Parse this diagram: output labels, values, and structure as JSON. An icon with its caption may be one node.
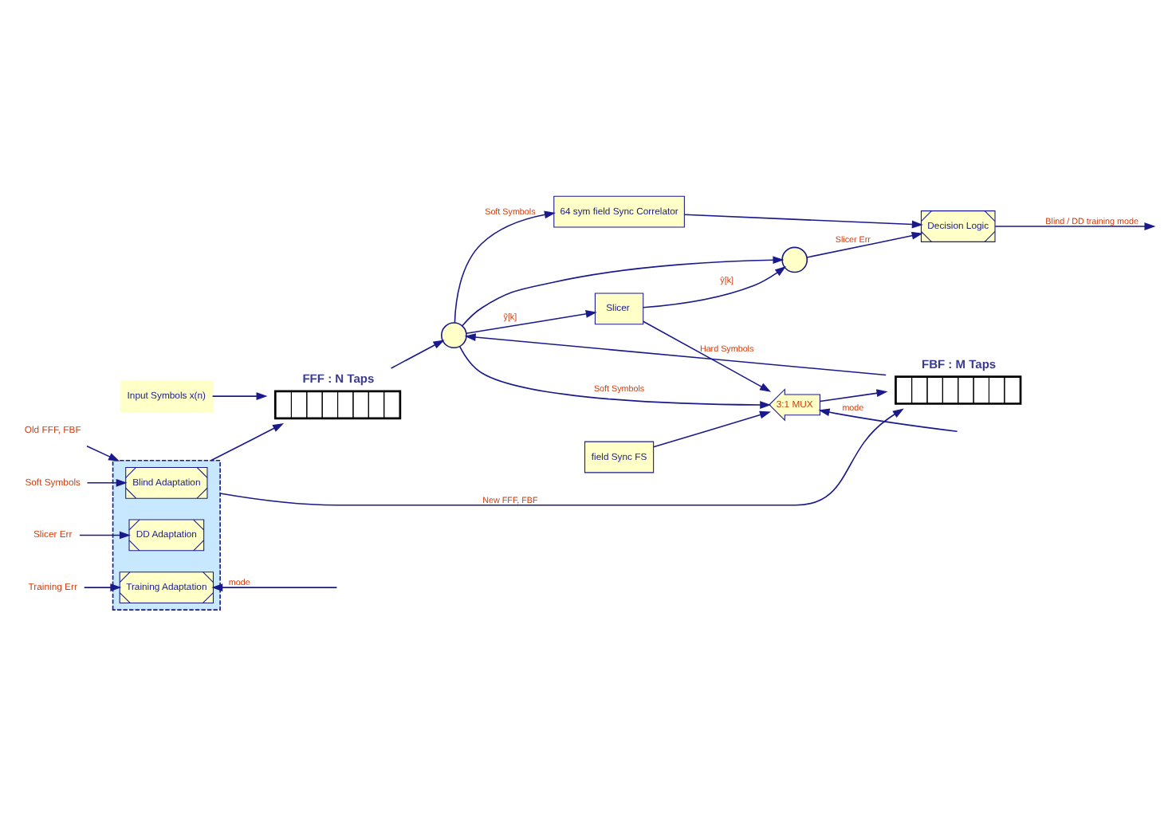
{
  "diagram": {
    "nodes": [
      {
        "text": [
          "Input Symbols x(n)"
        ]
      },
      {
        "text": [
          "FFF : N Taps"
        ]
      },
      {
        "text": [],
        "shape": "circle"
      },
      {
        "text": [
          "64 sym field Sync Correlator"
        ]
      },
      {
        "text": [
          "Decision Logic"
        ]
      },
      {
        "text": [
          "Slicer"
        ]
      },
      {
        "text": [],
        "shape": "circle"
      },
      {
        "text": [
          "FBF : M Taps"
        ]
      },
      {
        "text": [
          "3:1 MUX"
        ]
      },
      {
        "text": [
          "field Sync FS"
        ]
      },
      {
        "text": [
          "Old FFF, FBF"
        ]
      },
      {
        "text": [],
        "shape": "box"
      },
      {
        "text": [
          "Soft Symbols"
        ]
      },
      {
        "text": [
          "Blind Adaptation"
        ],
        "in": 11
      },
      {
        "text": [
          "Slicer Err"
        ]
      },
      {
        "text": [
          "DD Adaptation"
        ],
        "in": 11
      },
      {
        "text": [
          "Training Err"
        ]
      },
      {
        "text": [
          "Training Adaptation"
        ],
        "in": 11
      }
    ],
    "edges": [
      {
        "from": 0,
        "to": 1,
        "arrow": "to"
      },
      {
        "from": 1,
        "to": 2,
        "arrow": "to"
      },
      {
        "from": 2,
        "to": 5,
        "arrow": "to",
        "label": "ỹ[k]"
      },
      {
        "from": 2,
        "to": 3,
        "arrow": "to",
        "label": "Soft Symbols"
      },
      {
        "from": 2,
        "to": 6,
        "arrow": "to"
      },
      {
        "from": 2,
        "to": 8,
        "arrow": "to",
        "label": "Soft Symbols"
      },
      {
        "from": 5,
        "to": 6,
        "arrow": "to",
        "label": "ŷ[k]"
      },
      {
        "from": 5,
        "to": 8,
        "arrow": "to",
        "label": "Hard Symbols"
      },
      {
        "from": 3,
        "to": 4,
        "arrow": "to"
      },
      {
        "from": 6,
        "to": 4,
        "arrow": "to",
        "label": "Slicer Err"
      },
      {
        "from": 4,
        "to": null,
        "arrow": "to",
        "label": "Blind / DD training mode"
      },
      {
        "from": 8,
        "to": 7,
        "arrow": "to"
      },
      {
        "from": 7,
        "to": 2,
        "arrow": "to"
      },
      {
        "from": null,
        "to": 8,
        "arrow": "to",
        "label": "mode"
      },
      {
        "from": 9,
        "to": 8,
        "arrow": "to"
      },
      {
        "from": 10,
        "to": 11,
        "arrow": "to"
      },
      {
        "from": 12,
        "to": 13,
        "arrow": "to"
      },
      {
        "from": 14,
        "to": 15,
        "arrow": "to"
      },
      {
        "from": 16,
        "to": 17,
        "arrow": "to"
      },
      {
        "from": null,
        "to": 17,
        "arrow": "to",
        "label": "mode"
      },
      {
        "from": 11,
        "to": 1,
        "arrow": "to"
      },
      {
        "from": 11,
        "to": 7,
        "arrow": "to",
        "label": "New FFF, FBF"
      }
    ]
  }
}
